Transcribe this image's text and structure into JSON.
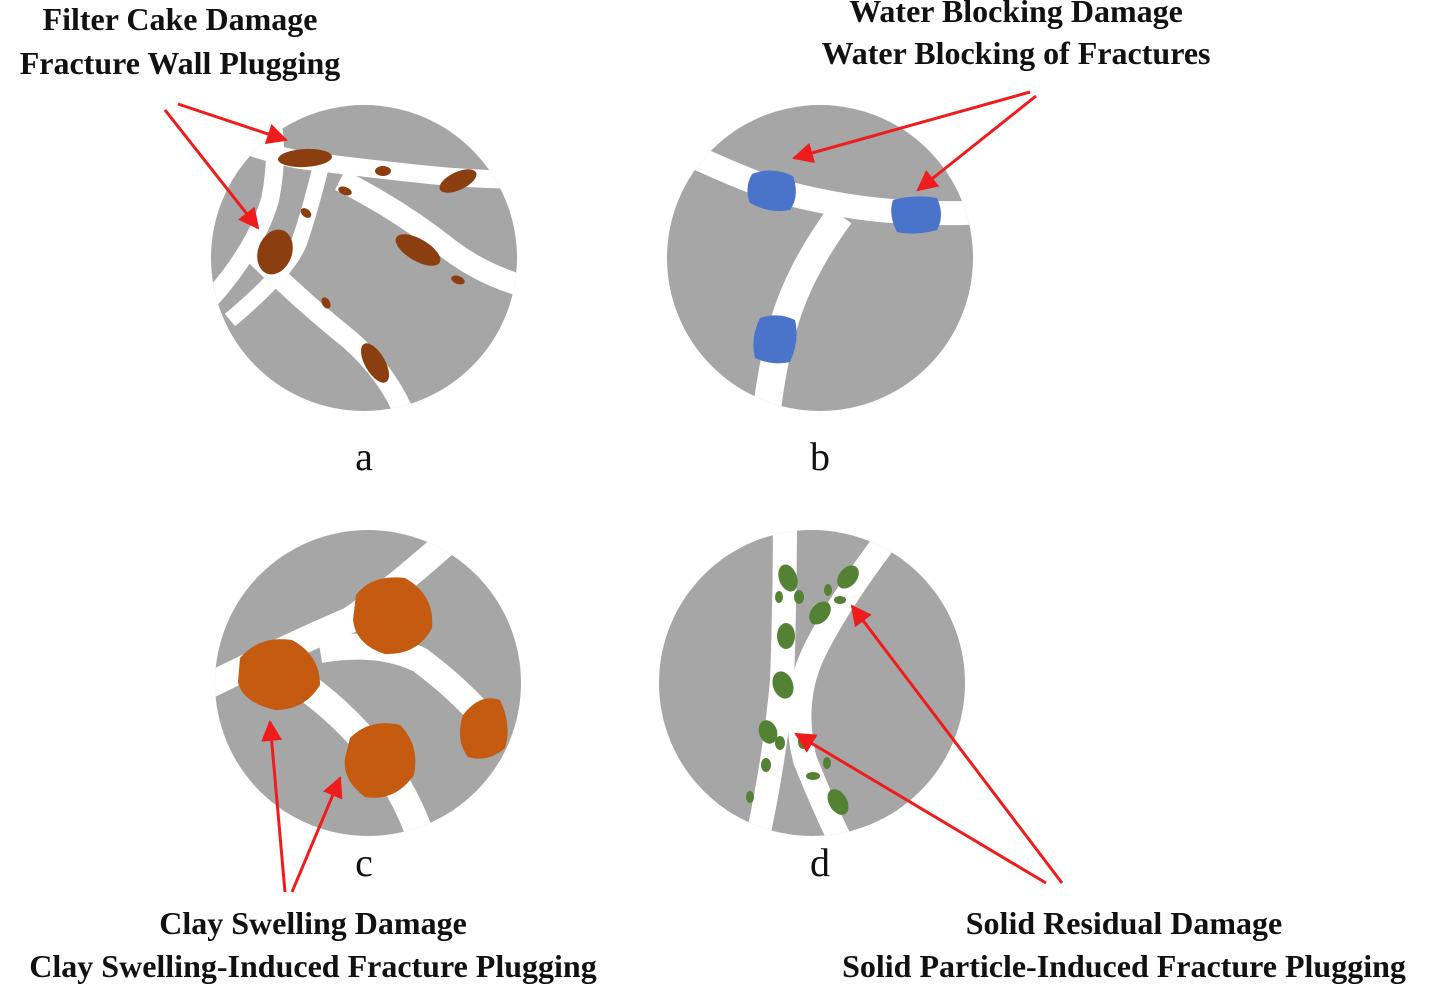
{
  "colors": {
    "rock": "#a6a6a6",
    "fracture": "#ffffff",
    "filter_cake": "#8b3e0f",
    "water": "#4a74c9",
    "clay": "#c55a11",
    "solid_particle": "#548235",
    "arrow": "#ee1c1c",
    "text": "#111111"
  },
  "panels": [
    {
      "letter": "a",
      "title": "Filter Cake Damage",
      "subtitle": "Fracture Wall Plugging"
    },
    {
      "letter": "b",
      "title": "Water Blocking Damage",
      "subtitle": "Water Blocking of Fractures"
    },
    {
      "letter": "c",
      "title": "Clay Swelling Damage",
      "subtitle": "Clay Swelling-Induced Fracture Plugging"
    },
    {
      "letter": "d",
      "title": "Solid Residual Damage",
      "subtitle": "Solid Particle-Induced Fracture Plugging"
    }
  ]
}
